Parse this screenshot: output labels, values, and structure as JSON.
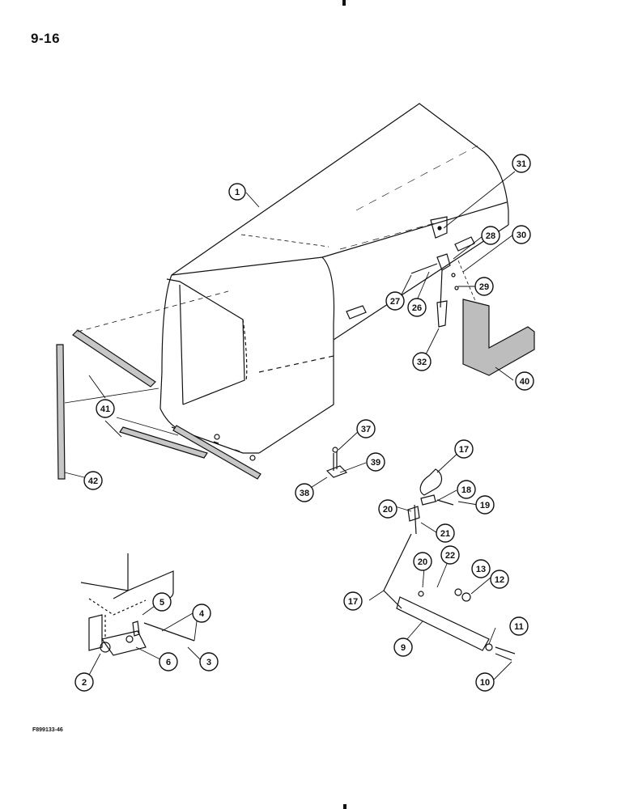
{
  "page_number": "9-16",
  "figure_code": "F899133-46",
  "callouts": {
    "c1": "1",
    "c31": "31",
    "c28": "28",
    "c30": "30",
    "c27": "27",
    "c26": "26",
    "c29": "29",
    "c32": "32",
    "c40": "40",
    "c41": "41",
    "c42": "42",
    "c37": "37",
    "c39": "39",
    "c38": "38",
    "c17a": "17",
    "c18": "18",
    "c20a": "20",
    "c19": "19",
    "c21": "21",
    "c20b": "20",
    "c22": "22",
    "c13": "13",
    "c12": "12",
    "c17b": "17",
    "c9": "9",
    "c11": "11",
    "c10": "10",
    "c5": "5",
    "c4": "4",
    "c6": "6",
    "c3": "3",
    "c2": "2"
  }
}
